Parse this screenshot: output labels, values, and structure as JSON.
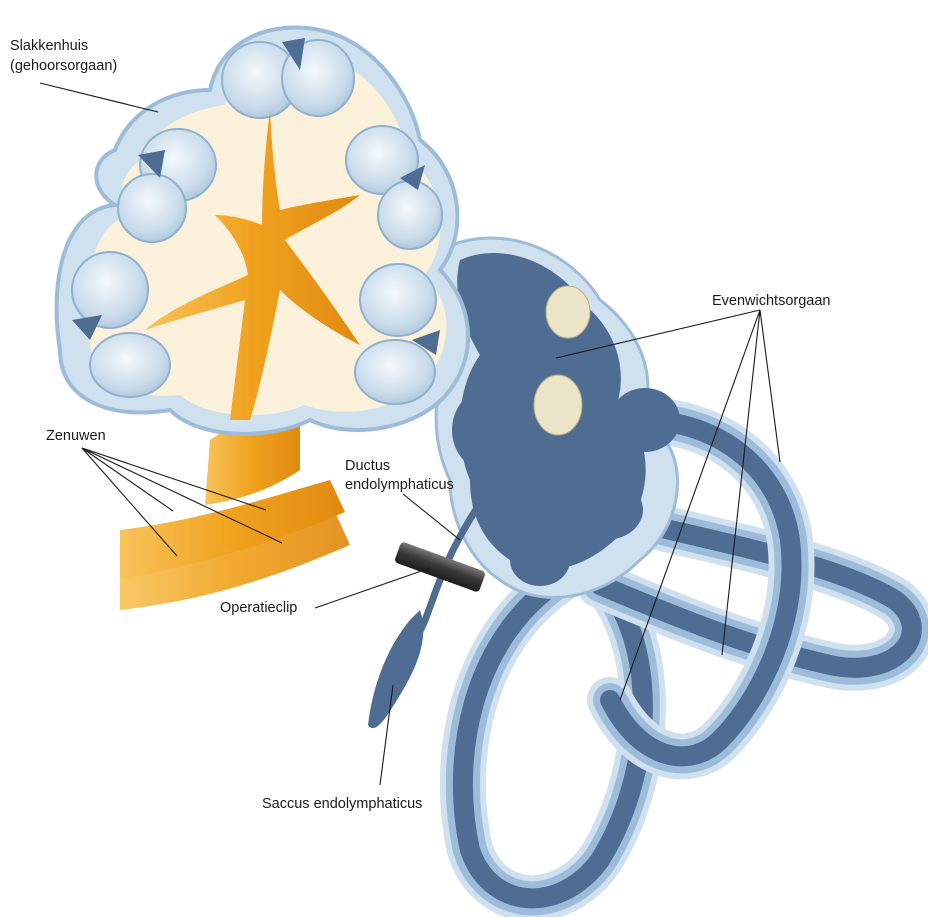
{
  "labels": {
    "cochlea_line1": "Slakkenhuis",
    "cochlea_line2": "(gehoorsorgaan)",
    "balance": "Evenwichtsorgaan",
    "nerves": "Zenuwen",
    "duct_line1": "Ductus",
    "duct_line2": "endolymphaticus",
    "clip": "Operatieclip",
    "sac": "Saccus endolymphaticus"
  },
  "colors": {
    "canal_outer": "#cfe0ef",
    "canal_mid": "#9dbcda",
    "canal_dark": "#4f6d92",
    "cochlea_fill": "#fbf1da",
    "nerve": "#f0a21e",
    "clip": "#3a3a3a",
    "bone": "#ece4c6"
  }
}
